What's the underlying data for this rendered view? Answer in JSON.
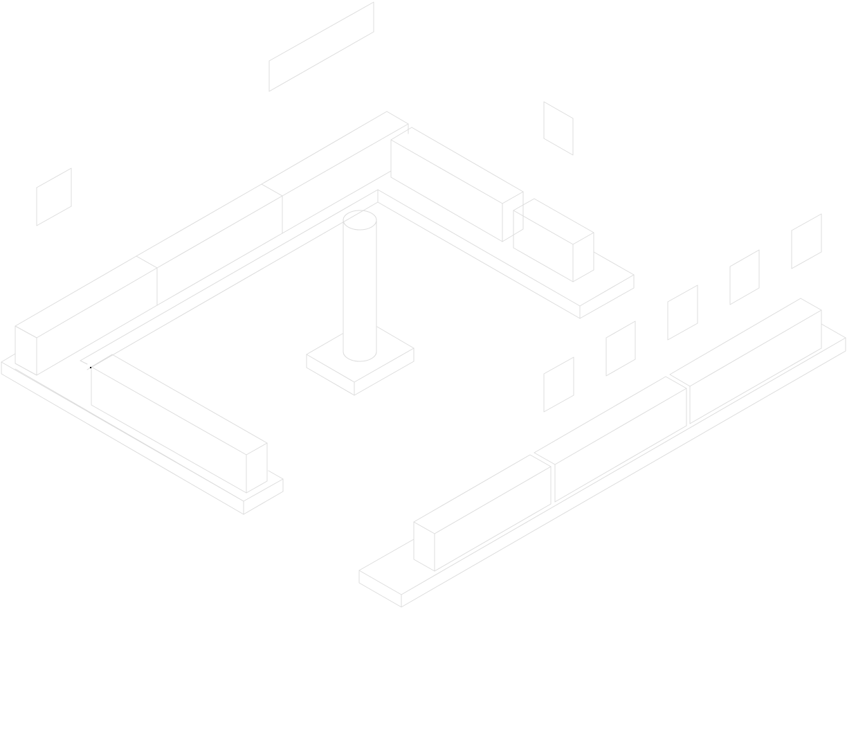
{
  "colors": {
    "background": "#ffffff",
    "line": "#dcdcdc",
    "cursor": "#000000"
  },
  "drawing": {
    "style": "isometric line drawing",
    "components": [
      "floating-panel",
      "left-wall",
      "back-wall",
      "front-left-wall",
      "right-wall",
      "center-column",
      "wall-panels"
    ]
  }
}
